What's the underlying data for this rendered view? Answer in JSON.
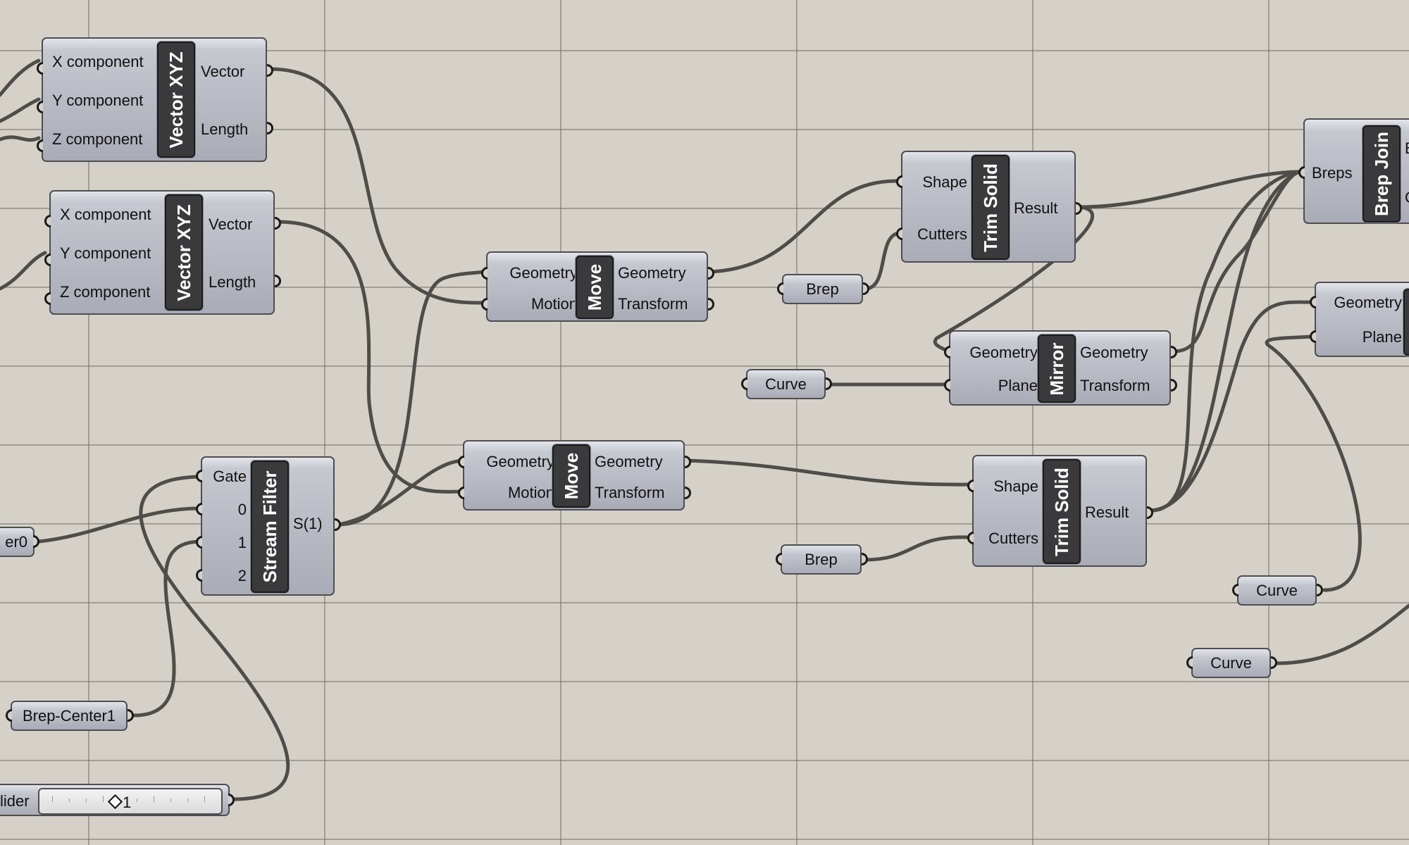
{
  "components": {
    "vector_xyz_1": {
      "inputs": [
        "X component",
        "Y component",
        "Z component"
      ],
      "title": "Vector XYZ",
      "outputs": [
        "Vector",
        "Length"
      ]
    },
    "vector_xyz_2": {
      "inputs": [
        "X component",
        "Y component",
        "Z component"
      ],
      "title": "Vector XYZ",
      "outputs": [
        "Vector",
        "Length"
      ]
    },
    "move_1": {
      "inputs": [
        "Geometry",
        "Motion"
      ],
      "title": "Move",
      "outputs": [
        "Geometry",
        "Transform"
      ]
    },
    "move_2": {
      "inputs": [
        "Geometry",
        "Motion"
      ],
      "title": "Move",
      "outputs": [
        "Geometry",
        "Transform"
      ]
    },
    "trim_solid_1": {
      "inputs": [
        "Shape",
        "Cutters"
      ],
      "title": "Trim Solid",
      "outputs": [
        "Result"
      ]
    },
    "trim_solid_2": {
      "inputs": [
        "Shape",
        "Cutters"
      ],
      "title": "Trim Solid",
      "outputs": [
        "Result"
      ]
    },
    "mirror": {
      "inputs": [
        "Geometry",
        "Plane"
      ],
      "title": "Mirror",
      "outputs": [
        "Geometry",
        "Transform"
      ]
    },
    "stream_filter": {
      "inputs": [
        "Gate",
        "0",
        "1",
        "2"
      ],
      "title": "Stream Filter",
      "outputs": [
        "S(1)"
      ]
    },
    "brep_join": {
      "inputs": [
        "Breps"
      ],
      "title": "Brep Join",
      "outputs": [
        "B",
        "C"
      ]
    },
    "partial_right": {
      "inputs": [
        "Geometry",
        "Plane"
      ]
    }
  },
  "params": {
    "brep_1": "Brep",
    "brep_2": "Brep",
    "curve_1": "Curve",
    "curve_2": "Curve",
    "curve_3": "Curve",
    "brep_center": "Brep-Center1",
    "number_slider_label": "er0"
  },
  "slider": {
    "label": "lider",
    "value": "1"
  },
  "colors": {
    "canvas": "#d5d0c8",
    "component": "#b5b8c0",
    "wire": "#4e4d49",
    "title_bar": "#3a3a3d"
  }
}
